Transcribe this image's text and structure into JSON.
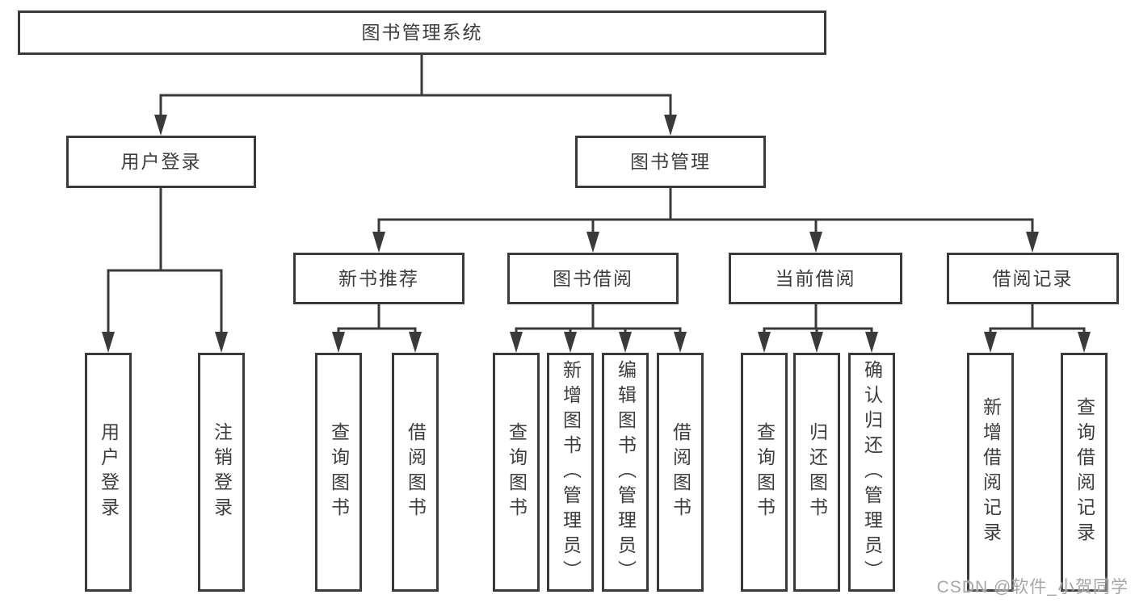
{
  "tree": {
    "label": "图书管理系统",
    "children": [
      {
        "label": "用户登录",
        "children": [
          {
            "label": "用户登录"
          },
          {
            "label": "注销登录"
          }
        ]
      },
      {
        "label": "图书管理",
        "children": [
          {
            "label": "新书推荐",
            "children": [
              {
                "label": "查询图书"
              },
              {
                "label": "借阅图书"
              }
            ]
          },
          {
            "label": "图书借阅",
            "children": [
              {
                "label": "查询图书"
              },
              {
                "label": "新增图书（管理员）"
              },
              {
                "label": "编辑图书（管理员）"
              },
              {
                "label": "借阅图书"
              }
            ]
          },
          {
            "label": "当前借阅",
            "children": [
              {
                "label": "查询图书"
              },
              {
                "label": "归还图书"
              },
              {
                "label": "确认归还（管理员）"
              }
            ]
          },
          {
            "label": "借阅记录",
            "children": [
              {
                "label": "新增借阅记录"
              },
              {
                "label": "查询借阅记录"
              }
            ]
          }
        ]
      }
    ]
  },
  "watermark": "CSDN @软件_小贺同学",
  "colors": {
    "line": "#3a3a3a",
    "text": "#3d3d3d",
    "watermark": "#a6a6a6",
    "background": "#ffffff"
  }
}
